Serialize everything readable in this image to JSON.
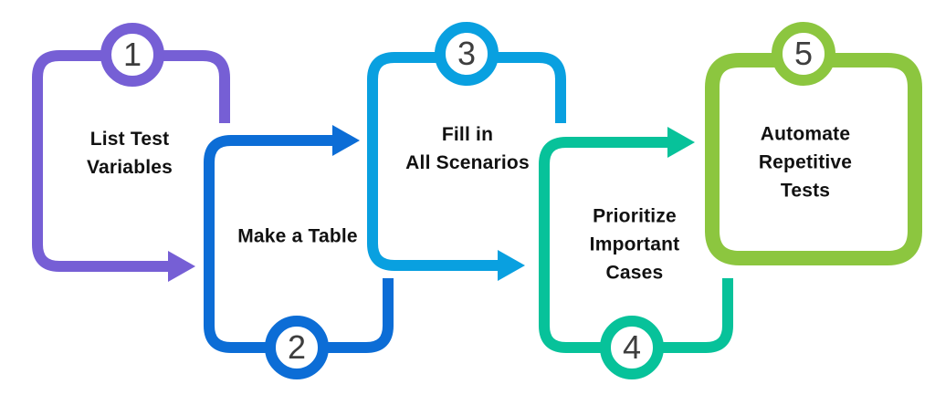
{
  "diagram": {
    "type": "process-flow",
    "background": "#ffffff",
    "label_text_color": "#111111",
    "number_text_color": "#3e3e3e",
    "steps": [
      {
        "number": "1",
        "label": "List Test Variables",
        "lines": [
          "List Test",
          "Variables"
        ],
        "color": "#765fd5"
      },
      {
        "number": "2",
        "label": "Make a Table",
        "lines": [
          "Make a Table"
        ],
        "color": "#0c6dd6"
      },
      {
        "number": "3",
        "label": "Fill in All Scenarios",
        "lines": [
          "Fill in",
          "All Scenarios"
        ],
        "color": "#09a0e0"
      },
      {
        "number": "4",
        "label": "Prioritize Important Cases",
        "lines": [
          "Prioritize",
          "Important",
          "Cases"
        ],
        "color": "#07c29a"
      },
      {
        "number": "5",
        "label": "Automate Repetitive Tests",
        "lines": [
          "Automate",
          "Repetitive",
          "Tests"
        ],
        "color": "#8cc63f"
      }
    ]
  }
}
